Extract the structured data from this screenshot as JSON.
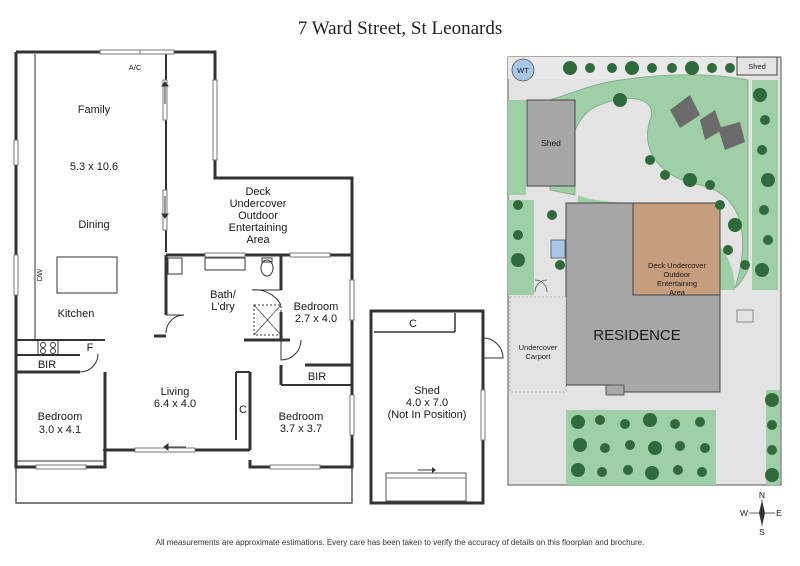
{
  "title": "7 Ward Street, St Leonards",
  "footer": "All measurements are approximate estimations. Every care has been taken to verify the accuracy of details on this floorplan and brochure.",
  "floorplan": {
    "ac": "A/C",
    "family": "Family",
    "family_dims": "5.3 x 10.6",
    "dining": "Dining",
    "dw": "DW",
    "kitchen": "Kitchen",
    "fridge": "F",
    "bir_left": "BIR",
    "bedroom1_name": "Bedroom",
    "bedroom1_dims": "3.0 x 4.1",
    "living_name": "Living",
    "living_dims": "6.4 x 4.0",
    "deck_line1": "Deck",
    "deck_line2": "Undercover",
    "deck_line3": "Outdoor",
    "deck_line4": "Entertaining",
    "deck_line5": "Area",
    "bath_line1": "Bath/",
    "bath_line2": "L'dry",
    "bedroom2_name": "Bedroom",
    "bedroom2_dims": "2.7 x 4.0",
    "bir_right": "BIR",
    "cupboard": "C",
    "bedroom3_name": "Bedroom",
    "bedroom3_dims": "3.7 x 3.7"
  },
  "shed_plan": {
    "cupboard": "C",
    "name": "Shed",
    "dims": "4.0 x 7.0",
    "note": "(Not In Position)"
  },
  "siteplan": {
    "wt": "WT",
    "shed_top": "Shed",
    "shed_left": "Shed",
    "deck_line1": "Deck Undercover",
    "deck_line2": "Outdoor",
    "deck_line3": "Entertaining",
    "deck_line4": "Area",
    "residence": "RESIDENCE",
    "carport_line1": "Undercover",
    "carport_line2": "Carport"
  },
  "compass": {
    "n": "N",
    "s": "S",
    "e": "E",
    "w": "W"
  },
  "colors": {
    "wall": "#333333",
    "lawn": "#9fcfa7",
    "paving": "#e3e3e3",
    "residence": "#a7a7a7",
    "deck": "#c79e7e",
    "shrub": "#2f6a3a",
    "bed": "#6b6b6b"
  }
}
